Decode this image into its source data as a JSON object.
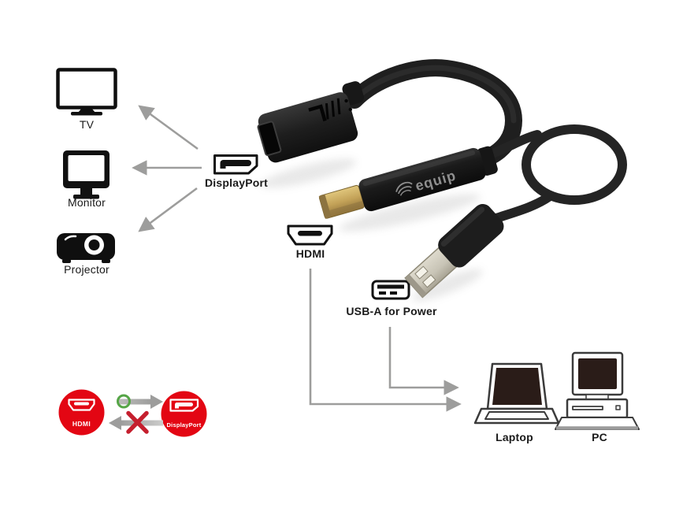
{
  "diagram": {
    "background_color": "#ffffff",
    "displayport_targets": [
      {
        "label": "TV"
      },
      {
        "label": "Monitor"
      },
      {
        "label": "Projector"
      }
    ],
    "connectors": {
      "displayport": {
        "label": "DisplayPort"
      },
      "hdmi": {
        "label": "HDMI"
      },
      "usb": {
        "label": "USB-A for Power"
      }
    },
    "hosts": [
      {
        "label": "Laptop"
      },
      {
        "label": "PC"
      }
    ],
    "product": {
      "brand_logo": "equip",
      "cable_color": "#1f1f1f",
      "plug_gold_color": "#c3a258"
    },
    "direction_badges": {
      "source_label": "HDMI",
      "target_label": "DisplayPort",
      "badge_color": "#e30613",
      "allowed_ring_color": "#55a546",
      "blocked_x_color": "#c51f2e"
    },
    "arrow_color": "#9d9d9c"
  }
}
